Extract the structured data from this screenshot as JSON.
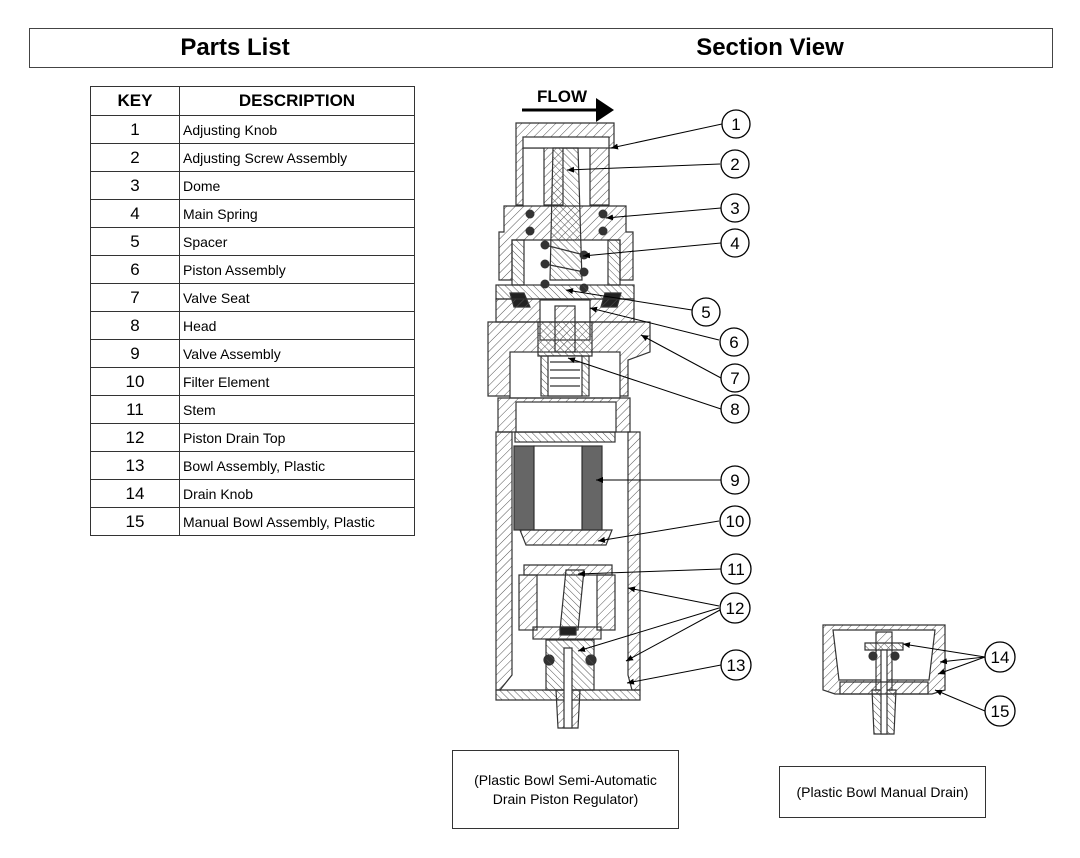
{
  "header": {
    "left_title": "Parts List",
    "right_title": "Section View"
  },
  "parts_table": {
    "columns": [
      "KEY",
      "DESCRIPTION"
    ],
    "rows": [
      {
        "key": "1",
        "description": "Adjusting Knob"
      },
      {
        "key": "2",
        "description": "Adjusting Screw Assembly"
      },
      {
        "key": "3",
        "description": "Dome"
      },
      {
        "key": "4",
        "description": "Main Spring"
      },
      {
        "key": "5",
        "description": "Spacer"
      },
      {
        "key": "6",
        "description": "Piston Assembly"
      },
      {
        "key": "7",
        "description": "Valve Seat"
      },
      {
        "key": "8",
        "description": "Head"
      },
      {
        "key": "9",
        "description": "Valve Assembly"
      },
      {
        "key": "10",
        "description": "Filter Element"
      },
      {
        "key": "11",
        "description": "Stem"
      },
      {
        "key": "12",
        "description": "Piston Drain Top"
      },
      {
        "key": "13",
        "description": "Bowl Assembly,  Plastic"
      },
      {
        "key": "14",
        "description": "Drain Knob"
      },
      {
        "key": "15",
        "description": "Manual Bowl Assembly, Plastic"
      }
    ]
  },
  "flow_label": "FLOW",
  "callouts": [
    "1",
    "2",
    "3",
    "4",
    "5",
    "6",
    "7",
    "8",
    "9",
    "10",
    "11",
    "12",
    "13",
    "14",
    "15"
  ],
  "captions": {
    "regulator": [
      "(Plastic Bowl Semi-Automatic",
      "Drain Piston Regulator)"
    ],
    "manual": "(Plastic Bowl Manual Drain)"
  }
}
